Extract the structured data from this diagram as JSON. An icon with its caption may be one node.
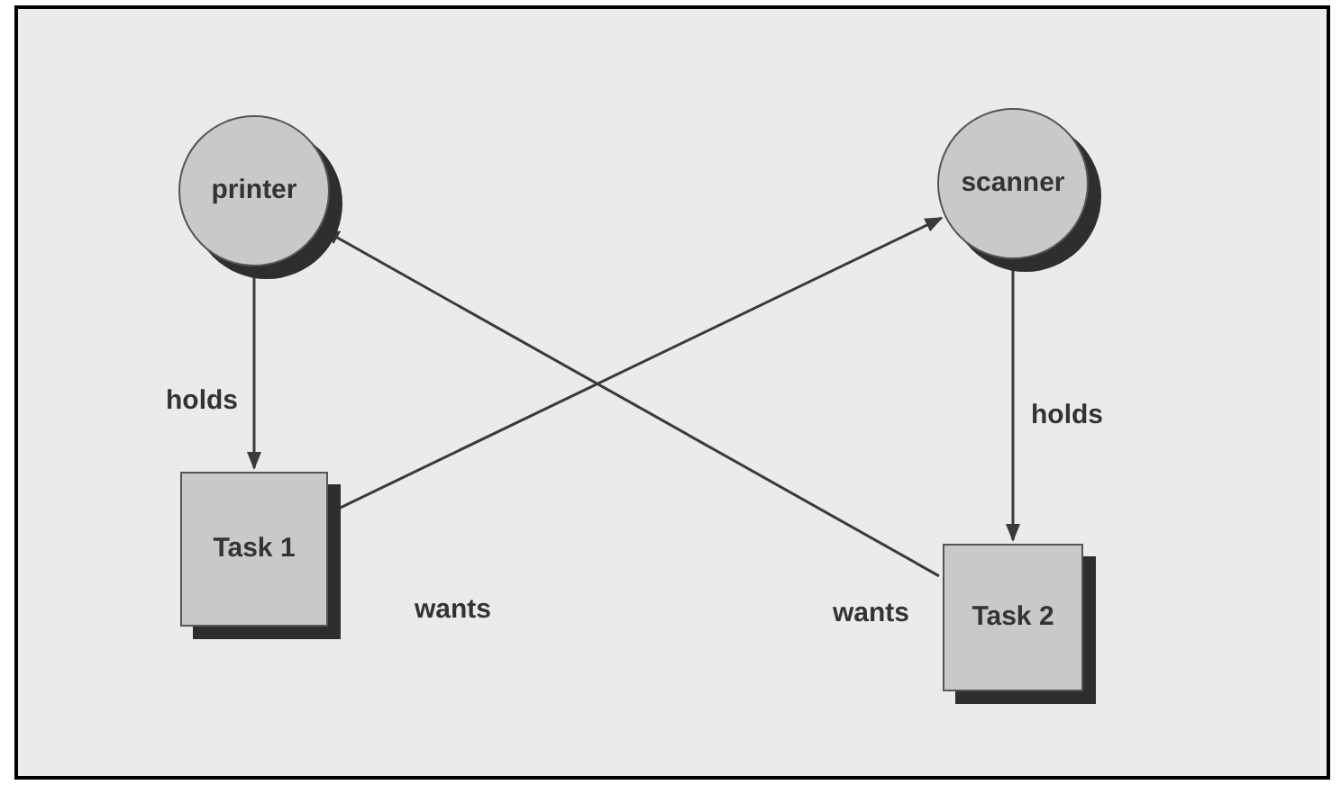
{
  "diagram": {
    "nodes": [
      {
        "text": [
          "printer"
        ]
      },
      {
        "text": [
          "scanner"
        ]
      },
      {
        "text": [
          "Task 1"
        ]
      },
      {
        "text": [
          "Task 2"
        ]
      }
    ],
    "edges": [
      {
        "from": 0,
        "to": 2,
        "arrow": "to",
        "label": "holds"
      },
      {
        "from": 1,
        "to": 3,
        "arrow": "to",
        "label": "holds"
      },
      {
        "from": 2,
        "to": 1,
        "arrow": "to",
        "label": "wants"
      },
      {
        "from": 3,
        "to": 0,
        "arrow": "to",
        "label": "wants"
      }
    ]
  }
}
